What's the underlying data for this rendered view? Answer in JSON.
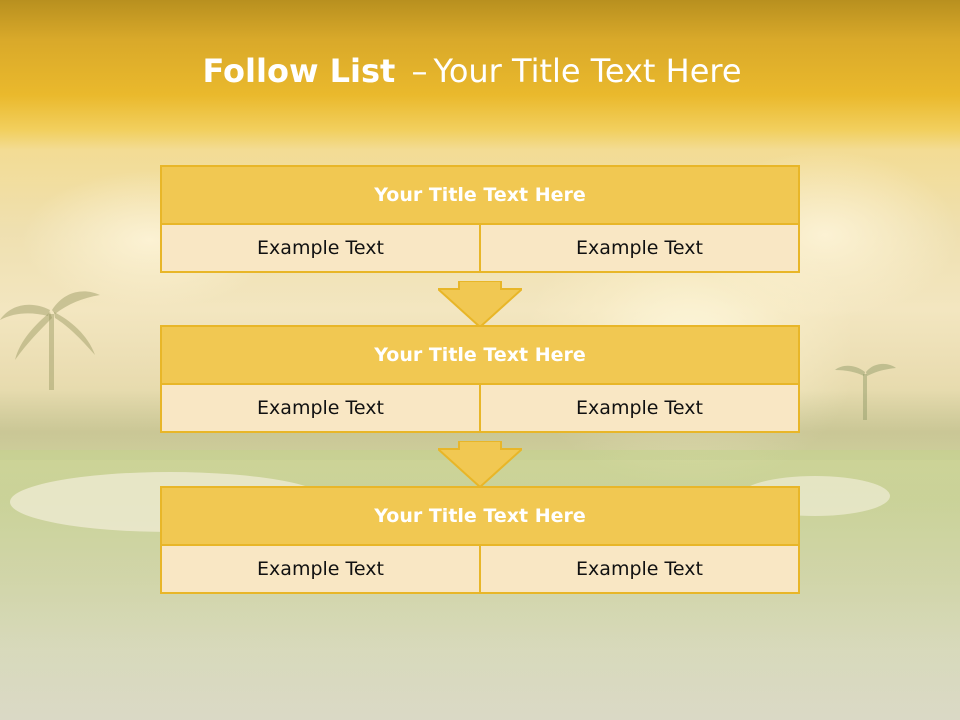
{
  "slide": {
    "title_bold": "Follow List",
    "title_dash": "–",
    "title_rest": "Your Title Text Here"
  },
  "steps": [
    {
      "title": "Your Title Text Here",
      "left": "Example Text",
      "right": "Example Text"
    },
    {
      "title": "Your Title Text Here",
      "left": "Example Text",
      "right": "Example Text"
    },
    {
      "title": "Your Title Text Here",
      "left": "Example Text",
      "right": "Example Text"
    }
  ],
  "colors": {
    "accent": "#e8b628",
    "header_fill": "#f1c852",
    "cell_fill": "#f9e7c4",
    "arrow_fill": "#f1c852"
  },
  "icons": [
    "down-arrow-icon"
  ]
}
